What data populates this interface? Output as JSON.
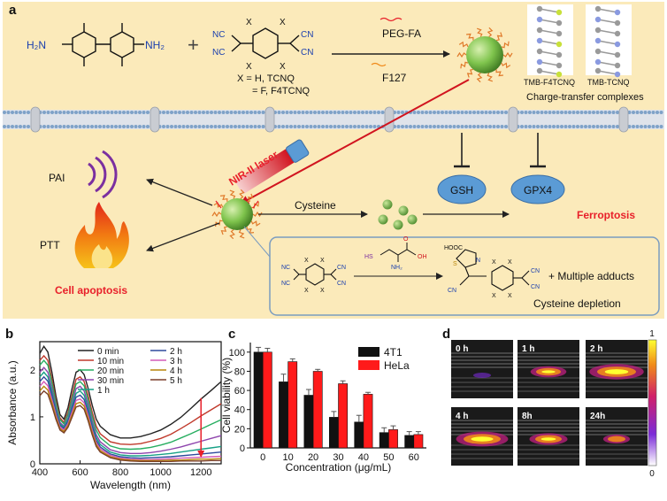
{
  "panel_a": {
    "letter": "a",
    "reagent_1_left_group": "H₂N",
    "reagent_1_right_group": "NH₂",
    "plus": "+",
    "cn_group": "CN",
    "nc_group": "NC",
    "x_label": "X",
    "x_def_line1": "X = H, TCNQ",
    "x_def_line2": "= F, F4TCNQ",
    "arrow_top_label": "PEG-FA",
    "arrow_bottom_label": "F127",
    "crystal_label_1": "TMB-F4TCNQ",
    "crystal_label_2": "TMB-TCNQ",
    "complex_caption": "Charge-transfer complexes",
    "laser_label": "NIR-II laser",
    "pai_label": "PAI",
    "ptt_label": "PTT",
    "apoptosis_label": "Cell apoptosis",
    "cysteine_label": "Cysteine",
    "gsh_label": "GSH",
    "gpx4_label": "GPX4",
    "ferroptosis_label": "Ferroptosis",
    "cys_hs": "HS",
    "cys_nh2": "NH₂",
    "cys_oh": "OH",
    "cys_o": "O",
    "adduct_hooc": "HOOC",
    "adduct_s": "S",
    "adduct_n": "N",
    "adduct_cn": "CN",
    "multiple_adducts": "+  Multiple adducts",
    "depletion_caption": "Cysteine depletion",
    "colors": {
      "background": "#fbeaba",
      "nanoparticle": "#7fc44d",
      "enzyme": "#5b9bd5",
      "red_text": "#e8202a",
      "inset_border": "#7a9cc0"
    }
  },
  "panel_b": {
    "letter": "b"
  },
  "panel_c": {
    "letter": "c"
  },
  "panel_d": {
    "letter": "d",
    "scale_top": "1",
    "scale_bottom": "0",
    "frames": [
      "0 h",
      "1 h",
      "2 h",
      "4 h",
      "8h",
      "24h"
    ],
    "signal": [
      0.05,
      0.55,
      0.95,
      0.9,
      0.6,
      0.35
    ]
  },
  "chart_data": [
    {
      "type": "line",
      "panel": "b",
      "xlabel": "Wavelength (nm)",
      "ylabel": "Absorbance (a.u.)",
      "xlim": [
        400,
        1300
      ],
      "ylim": [
        0,
        2.6
      ],
      "x_ticks": [
        400,
        600,
        800,
        1000,
        1200
      ],
      "y_ticks": [
        0,
        1,
        2
      ],
      "legend_placement": "top",
      "x": [
        400,
        420,
        440,
        460,
        480,
        500,
        520,
        540,
        560,
        580,
        600,
        620,
        640,
        660,
        680,
        700,
        750,
        800,
        850,
        900,
        950,
        1000,
        1050,
        1100,
        1150,
        1200,
        1250,
        1300
      ],
      "series": [
        {
          "name": "0 min",
          "color": "#222222",
          "values": [
            2.35,
            2.5,
            2.38,
            1.95,
            1.45,
            1.05,
            0.95,
            1.2,
            1.6,
            1.95,
            2.0,
            1.9,
            1.6,
            1.25,
            0.95,
            0.8,
            0.62,
            0.55,
            0.55,
            0.58,
            0.64,
            0.72,
            0.84,
            0.99,
            1.18,
            1.38,
            1.56,
            1.75
          ]
        },
        {
          "name": "10 min",
          "color": "#c0392b",
          "values": [
            2.2,
            2.3,
            2.2,
            1.8,
            1.35,
            0.98,
            0.88,
            1.1,
            1.45,
            1.8,
            1.85,
            1.75,
            1.45,
            1.1,
            0.8,
            0.64,
            0.47,
            0.42,
            0.41,
            0.43,
            0.48,
            0.54,
            0.63,
            0.75,
            0.88,
            1.02,
            1.15,
            1.28
          ]
        },
        {
          "name": "20 min",
          "color": "#27ae60",
          "values": [
            2.1,
            2.2,
            2.1,
            1.72,
            1.3,
            0.94,
            0.85,
            1.05,
            1.38,
            1.7,
            1.75,
            1.66,
            1.36,
            1.02,
            0.72,
            0.56,
            0.38,
            0.32,
            0.31,
            0.32,
            0.35,
            0.4,
            0.46,
            0.55,
            0.64,
            0.74,
            0.84,
            0.94
          ]
        },
        {
          "name": "30 min",
          "color": "#8e44ad",
          "values": [
            1.95,
            2.05,
            1.95,
            1.6,
            1.2,
            0.88,
            0.8,
            0.98,
            1.28,
            1.6,
            1.65,
            1.55,
            1.26,
            0.92,
            0.62,
            0.47,
            0.3,
            0.24,
            0.22,
            0.22,
            0.24,
            0.27,
            0.31,
            0.36,
            0.42,
            0.48,
            0.54,
            0.6
          ]
        },
        {
          "name": "1 h",
          "color": "#16a085",
          "values": [
            1.85,
            1.95,
            1.85,
            1.52,
            1.15,
            0.85,
            0.78,
            0.95,
            1.22,
            1.5,
            1.55,
            1.46,
            1.18,
            0.85,
            0.56,
            0.41,
            0.25,
            0.19,
            0.17,
            0.17,
            0.18,
            0.2,
            0.22,
            0.25,
            0.28,
            0.31,
            0.34,
            0.37
          ]
        },
        {
          "name": "2 h",
          "color": "#2e4a9e",
          "values": [
            1.75,
            1.85,
            1.76,
            1.45,
            1.1,
            0.82,
            0.75,
            0.9,
            1.16,
            1.42,
            1.46,
            1.37,
            1.1,
            0.78,
            0.5,
            0.36,
            0.21,
            0.15,
            0.13,
            0.12,
            0.13,
            0.14,
            0.15,
            0.17,
            0.19,
            0.21,
            0.23,
            0.25
          ]
        },
        {
          "name": "3 h",
          "color": "#d35bb8",
          "values": [
            1.65,
            1.75,
            1.66,
            1.37,
            1.05,
            0.78,
            0.72,
            0.86,
            1.1,
            1.35,
            1.38,
            1.3,
            1.03,
            0.72,
            0.45,
            0.32,
            0.18,
            0.12,
            0.1,
            0.09,
            0.09,
            0.1,
            0.11,
            0.12,
            0.13,
            0.14,
            0.15,
            0.16
          ]
        },
        {
          "name": "4 h",
          "color": "#b8860b",
          "values": [
            1.55,
            1.65,
            1.57,
            1.3,
            1.0,
            0.75,
            0.69,
            0.82,
            1.04,
            1.28,
            1.31,
            1.23,
            0.97,
            0.67,
            0.41,
            0.28,
            0.15,
            0.1,
            0.08,
            0.07,
            0.07,
            0.07,
            0.08,
            0.08,
            0.09,
            0.1,
            0.1,
            0.11
          ]
        },
        {
          "name": "5 h",
          "color": "#7b3f2a",
          "values": [
            1.45,
            1.55,
            1.48,
            1.23,
            0.95,
            0.72,
            0.66,
            0.78,
            0.99,
            1.21,
            1.24,
            1.16,
            0.91,
            0.62,
            0.37,
            0.25,
            0.13,
            0.08,
            0.06,
            0.05,
            0.05,
            0.05,
            0.05,
            0.06,
            0.06,
            0.06,
            0.07,
            0.07
          ]
        }
      ],
      "annotation_arrow": {
        "x": 1200,
        "y_from": 1.4,
        "y_to": 0.15
      }
    },
    {
      "type": "bar",
      "panel": "c",
      "xlabel": "Concentration (μg/mL)",
      "ylabel": "Cell viability (%)",
      "ylim": [
        0,
        110
      ],
      "y_ticks": [
        0,
        20,
        40,
        60,
        80,
        100
      ],
      "categories": [
        "0",
        "10",
        "20",
        "30",
        "40",
        "50",
        "60"
      ],
      "legend_placement": "top-right",
      "series": [
        {
          "name": "4T1",
          "color": "#111111",
          "values": [
            100,
            69,
            55,
            32,
            27,
            16,
            13
          ],
          "errors": [
            5,
            8,
            6,
            6,
            7,
            5,
            4
          ]
        },
        {
          "name": "HeLa",
          "color": "#ff1a1a",
          "values": [
            100,
            90,
            80,
            67,
            56,
            19,
            14
          ],
          "errors": [
            4,
            3,
            2,
            3,
            2,
            4,
            3
          ]
        }
      ]
    }
  ]
}
